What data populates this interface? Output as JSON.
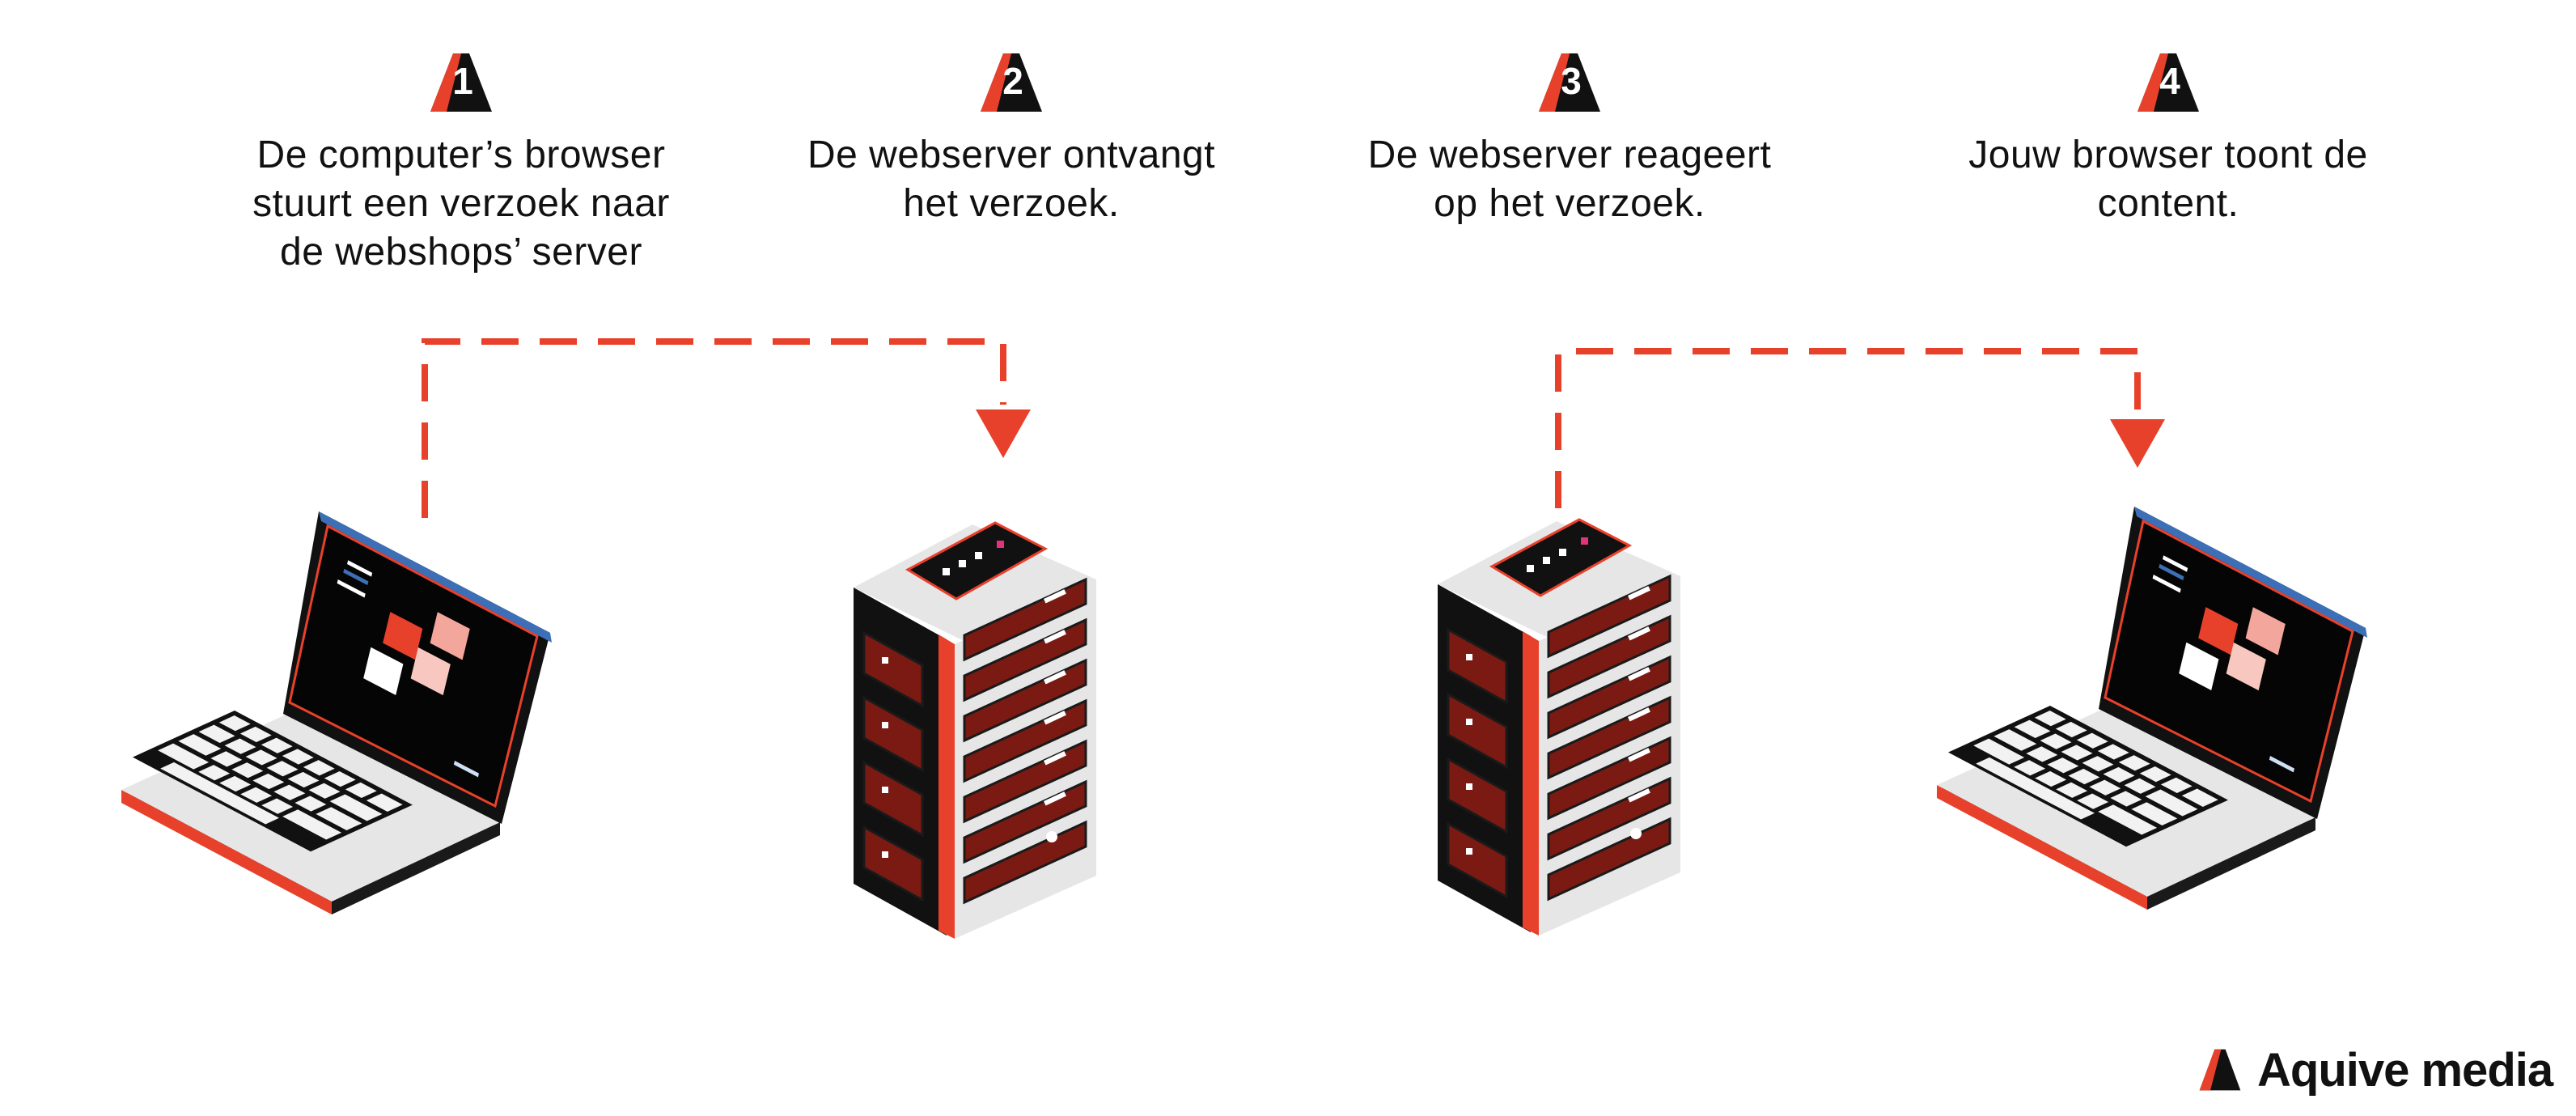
{
  "steps": [
    {
      "number": "1",
      "text": "De computer’s browser\nstuurt een verzoek naar\nde webshops’ server"
    },
    {
      "number": "2",
      "text": "De webserver ontvangt\nhet verzoek."
    },
    {
      "number": "3",
      "text": "De webserver reageert\nop het verzoek."
    },
    {
      "number": "4",
      "text": "Jouw browser toont de\ncontent."
    }
  ],
  "brand": {
    "name": "Aquive media"
  },
  "colors": {
    "accent": "#e8412b",
    "dark": "#111111",
    "blue": "#3d6fb6",
    "light": "#e6e6e6"
  },
  "icons": [
    "number-badge-icon",
    "laptop-icon",
    "server-rack-icon",
    "aquive-logo-icon"
  ]
}
